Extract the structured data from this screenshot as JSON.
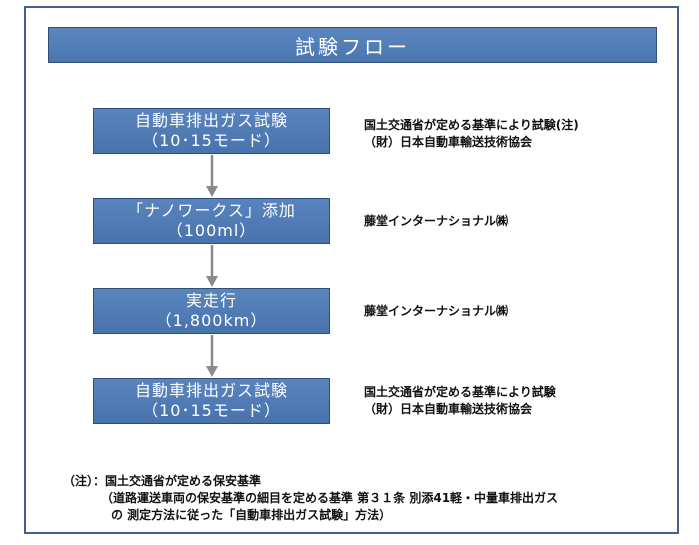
{
  "title": "試験フロー",
  "steps": [
    {
      "line1": "自動車排出ガス試験",
      "line2": "（10･15モード）",
      "note1": "国土交通省が定める基準により試験(注)",
      "note2": "（財）日本自動車輸送技術協会"
    },
    {
      "line1": "「ナノワークス」添加",
      "line2": "（100ml）",
      "note1": "藤堂インターナショナル㈱",
      "note2": ""
    },
    {
      "line1": "実走行",
      "line2": "（1,800km）",
      "note1": "藤堂インターナショナル㈱",
      "note2": ""
    },
    {
      "line1": "自動車排出ガス試験",
      "line2": "（10･15モード）",
      "note1": "国土交通省が定める基準により試験",
      "note2": "（財）日本自動車輸送技術協会"
    }
  ],
  "footnote": {
    "line1": "（注）：国土交通省が定める保安基準",
    "line2": "（道路運送車両の保安基準の細目を定める基準 第３１条 別添41軽・中量車排出ガス",
    "line3": "の 測定方法に従った「自動車排出ガス試験」方法）"
  },
  "colors": {
    "box_fill": "#4f7bb5",
    "box_border": "#2f4f7a",
    "frame_border": "#3f5f8f",
    "arrow": "#8a8a8a"
  }
}
